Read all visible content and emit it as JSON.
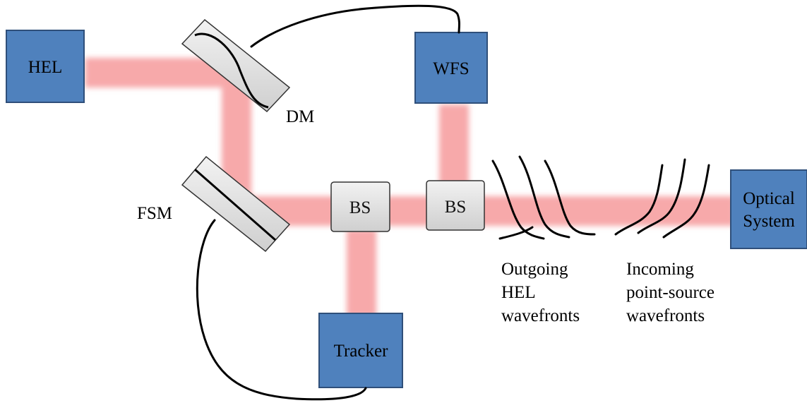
{
  "diagram": {
    "colors": {
      "beam": "#f7a9aa",
      "beam_core": "#f2888b",
      "module_fill": "#4f81bd",
      "module_stroke": "#2f4f7a",
      "splitter_fill": "#e6e6e6",
      "splitter_stroke": "#333333",
      "mirror_fill": "#e6e6e6",
      "cable": "#000000"
    },
    "modules": {
      "hel": "HEL",
      "wfs": "WFS",
      "tracker": "Tracker",
      "optical_line1": "Optical",
      "optical_line2": "System"
    },
    "splitters": {
      "bs_left": "BS",
      "bs_right": "BS"
    },
    "mirrors": {
      "dm": "DM",
      "fsm": "FSM"
    },
    "captions": {
      "outgoing": [
        "Outgoing",
        "HEL",
        "wavefronts"
      ],
      "incoming": [
        "Incoming",
        "point-source",
        "wavefronts"
      ]
    }
  }
}
